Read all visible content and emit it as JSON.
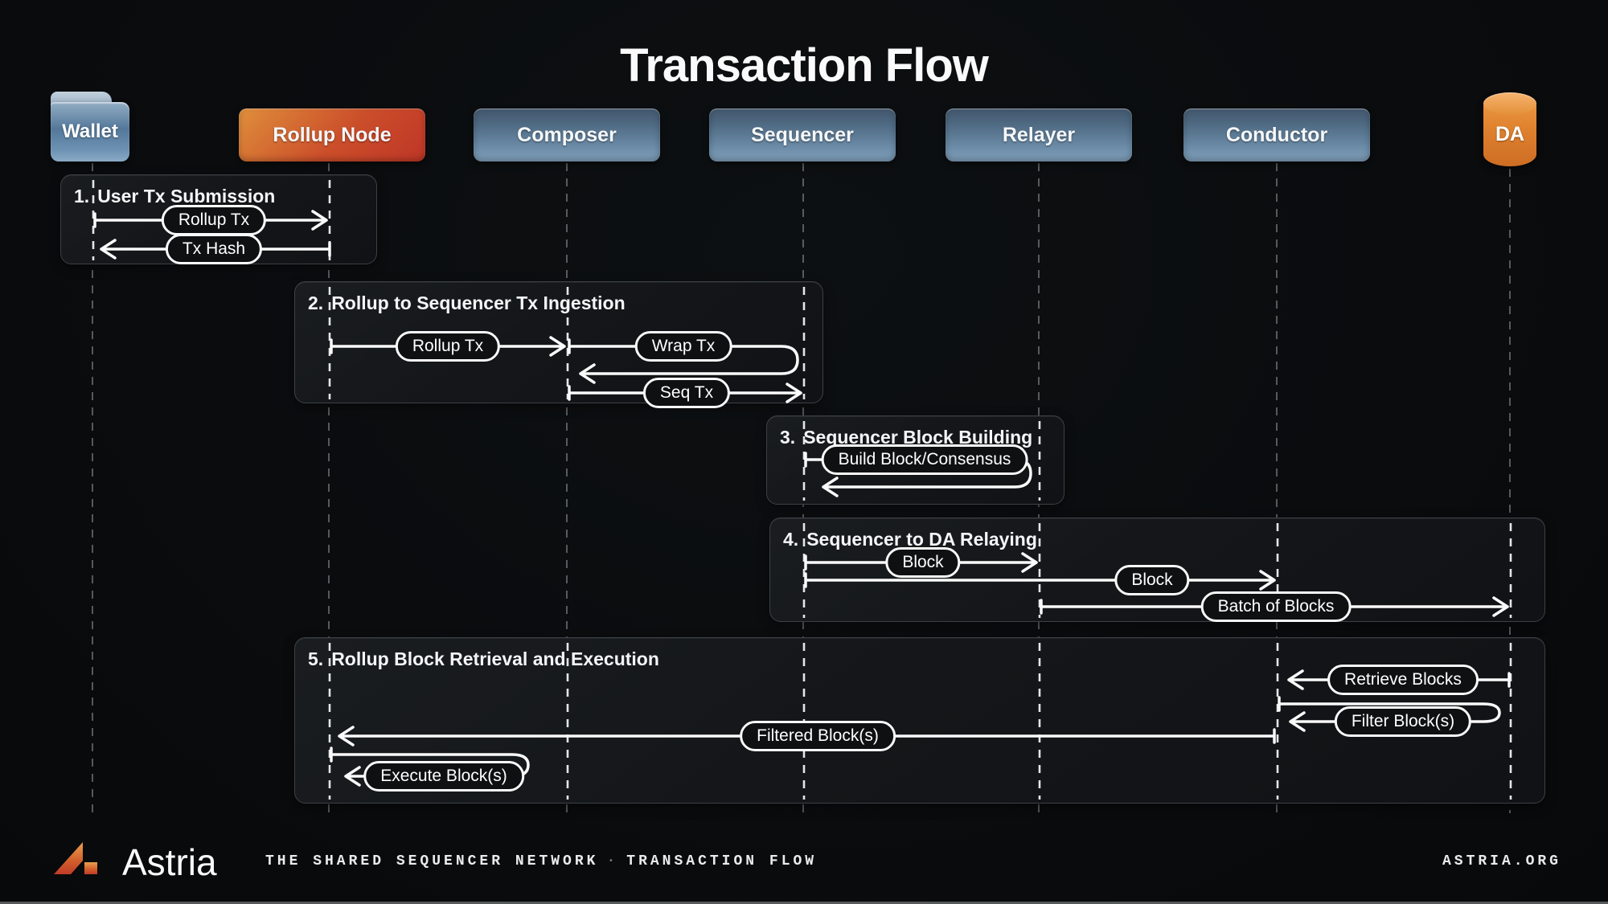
{
  "title": "Transaction Flow",
  "actors": [
    {
      "id": "wallet",
      "label": "Wallet",
      "shape": "folder"
    },
    {
      "id": "rollup-node",
      "label": "Rollup Node",
      "shape": "box-accent"
    },
    {
      "id": "composer",
      "label": "Composer",
      "shape": "box"
    },
    {
      "id": "sequencer",
      "label": "Sequencer",
      "shape": "box"
    },
    {
      "id": "relayer",
      "label": "Relayer",
      "shape": "box"
    },
    {
      "id": "conductor",
      "label": "Conductor",
      "shape": "box"
    },
    {
      "id": "da",
      "label": "DA",
      "shape": "database"
    }
  ],
  "sections": [
    {
      "num": "1.",
      "title": "User Tx Submission",
      "messages": [
        {
          "label": "Rollup Tx",
          "from": "Wallet",
          "to": "Rollup Node",
          "direction": "right"
        },
        {
          "label": "Tx Hash",
          "from": "Rollup Node",
          "to": "Wallet",
          "direction": "left"
        }
      ]
    },
    {
      "num": "2.",
      "title": "Rollup to Sequencer Tx Ingestion",
      "messages": [
        {
          "label": "Rollup Tx",
          "from": "Rollup Node",
          "to": "Composer",
          "direction": "right"
        },
        {
          "label": "Wrap Tx",
          "from": "Composer",
          "to": "Composer",
          "direction": "self"
        },
        {
          "label": "Seq Tx",
          "from": "Composer",
          "to": "Sequencer",
          "direction": "right"
        }
      ]
    },
    {
      "num": "3.",
      "title": "Sequencer Block Building",
      "messages": [
        {
          "label": "Build Block/Consensus",
          "from": "Sequencer",
          "to": "Sequencer",
          "direction": "self"
        }
      ]
    },
    {
      "num": "4.",
      "title": "Sequencer to DA Relaying",
      "messages": [
        {
          "label": "Block",
          "from": "Sequencer",
          "to": "Relayer",
          "direction": "right"
        },
        {
          "label": "Block",
          "from": "Sequencer",
          "to": "Conductor",
          "direction": "right"
        },
        {
          "label": "Batch of Blocks",
          "from": "Relayer",
          "to": "DA",
          "direction": "right"
        }
      ]
    },
    {
      "num": "5.",
      "title": "Rollup Block Retrieval and Execution",
      "messages": [
        {
          "label": "Retrieve Blocks",
          "from": "DA",
          "to": "Conductor",
          "direction": "left"
        },
        {
          "label": "Filter Block(s)",
          "from": "Conductor",
          "to": "Conductor",
          "direction": "self"
        },
        {
          "label": "Filtered Block(s)",
          "from": "Conductor",
          "to": "Rollup Node",
          "direction": "left"
        },
        {
          "label": "Execute Block(s)",
          "from": "Rollup Node",
          "to": "Rollup Node",
          "direction": "self"
        }
      ]
    }
  ],
  "footer": {
    "brand": "Astria",
    "tagline_left": "THE SHARED SEQUENCER NETWORK",
    "tagline_sep": "·",
    "tagline_right": "TRANSACTION FLOW",
    "site": "ASTRIA.ORG"
  },
  "colors": {
    "background": "#0a0c0e",
    "panel": "#141619",
    "panel_border": "#3d4144",
    "actor_blue_top": "#41566b",
    "actor_blue_bottom": "#82a2bd",
    "accent_orange": "#df8f3c",
    "accent_red": "#bf3627",
    "da_orange": "#e0832f",
    "line_white": "#fafafa"
  }
}
